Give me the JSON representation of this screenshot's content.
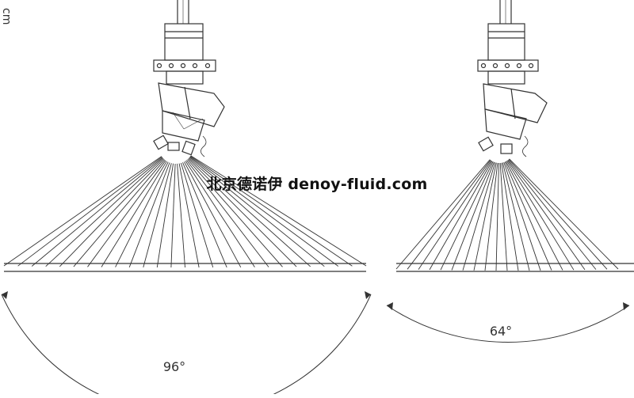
{
  "watermark": "北京德诺伊 denoy-fluid.com",
  "unit_label": "cm",
  "nozzles": [
    {
      "id": "left",
      "spray_angle": "96°"
    },
    {
      "id": "right",
      "spray_angle": "64°"
    }
  ]
}
